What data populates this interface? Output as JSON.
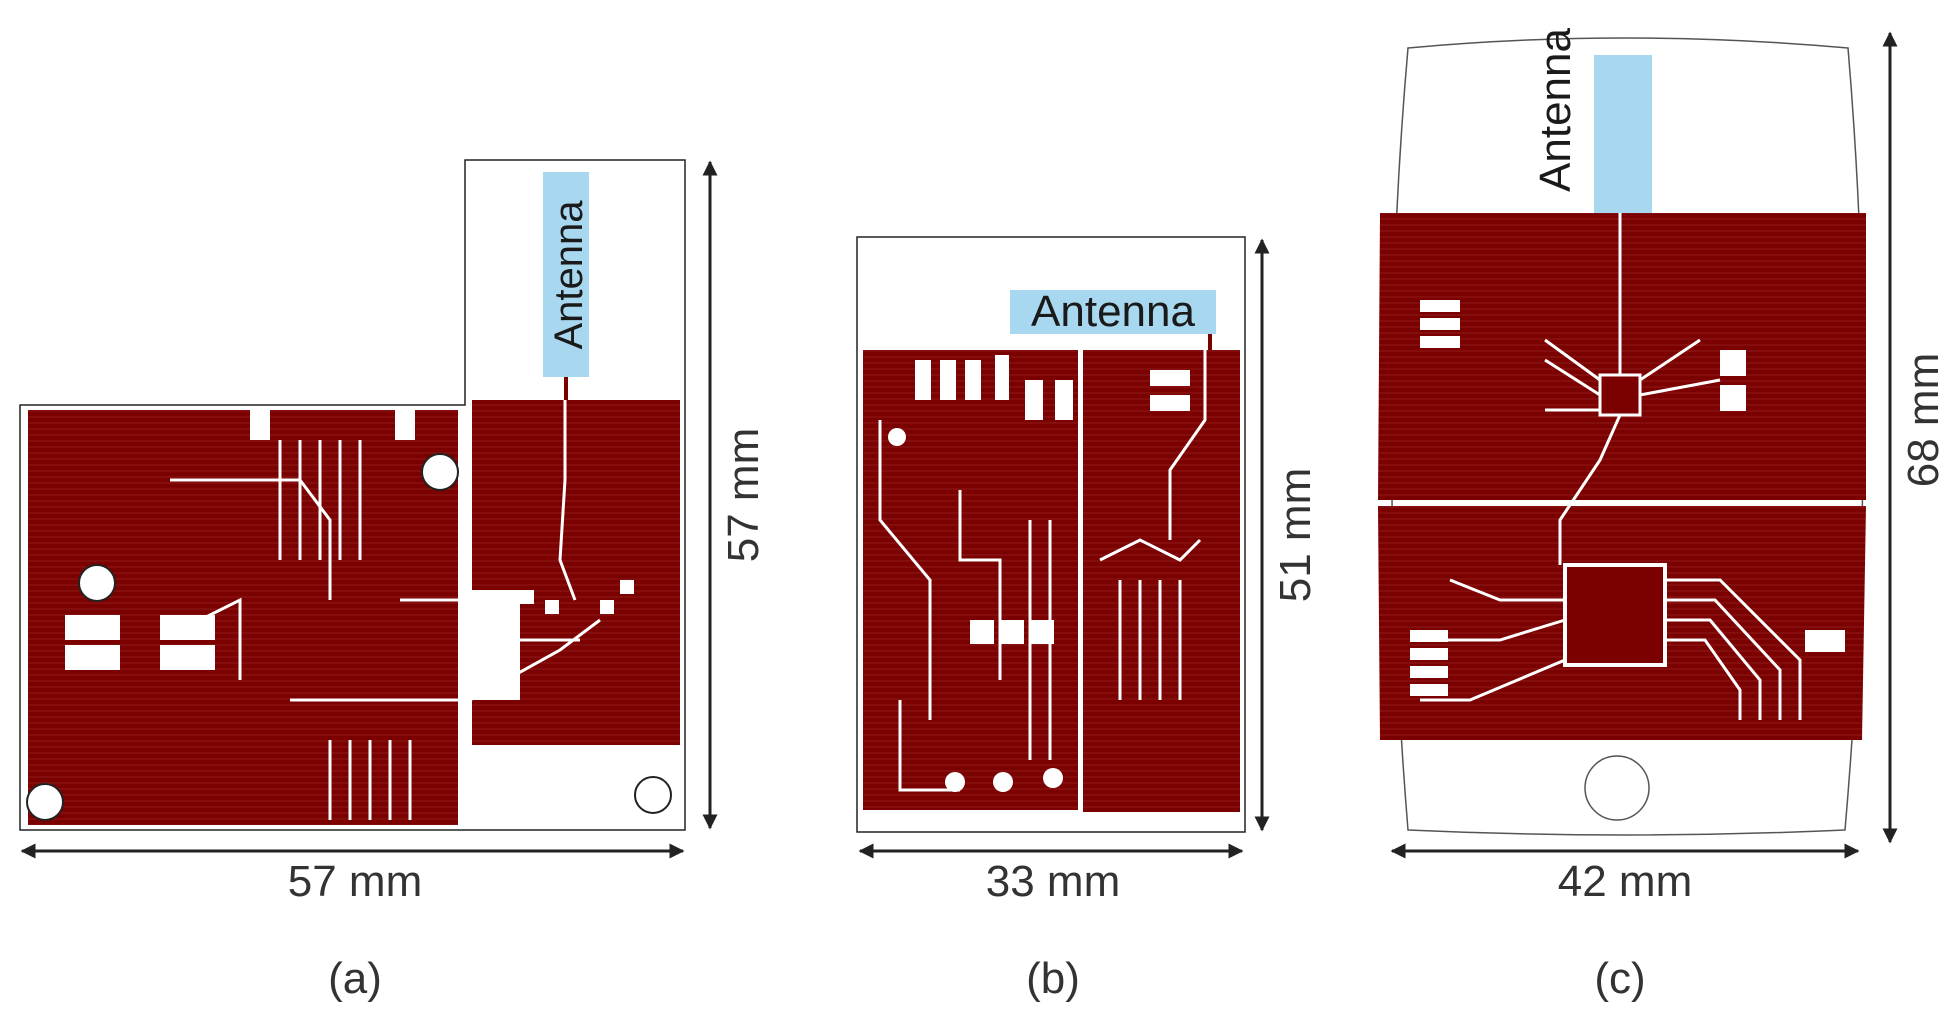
{
  "colors": {
    "copper": "#7b0000",
    "antenna": "#a8d8f0",
    "outline": "#222222",
    "trace_gap": "#ffffff",
    "text": "#333333"
  },
  "panels": [
    {
      "id": "a",
      "caption": "(a)",
      "width_label": "57 mm",
      "height_label": "57 mm",
      "antenna_label": "Antenna"
    },
    {
      "id": "b",
      "caption": "(b)",
      "width_label": "33 mm",
      "height_label": "51 mm",
      "antenna_label": "Antenna"
    },
    {
      "id": "c",
      "caption": "(c)",
      "width_label": "42 mm",
      "height_label": "68 mm",
      "antenna_label": "Antenna"
    }
  ]
}
